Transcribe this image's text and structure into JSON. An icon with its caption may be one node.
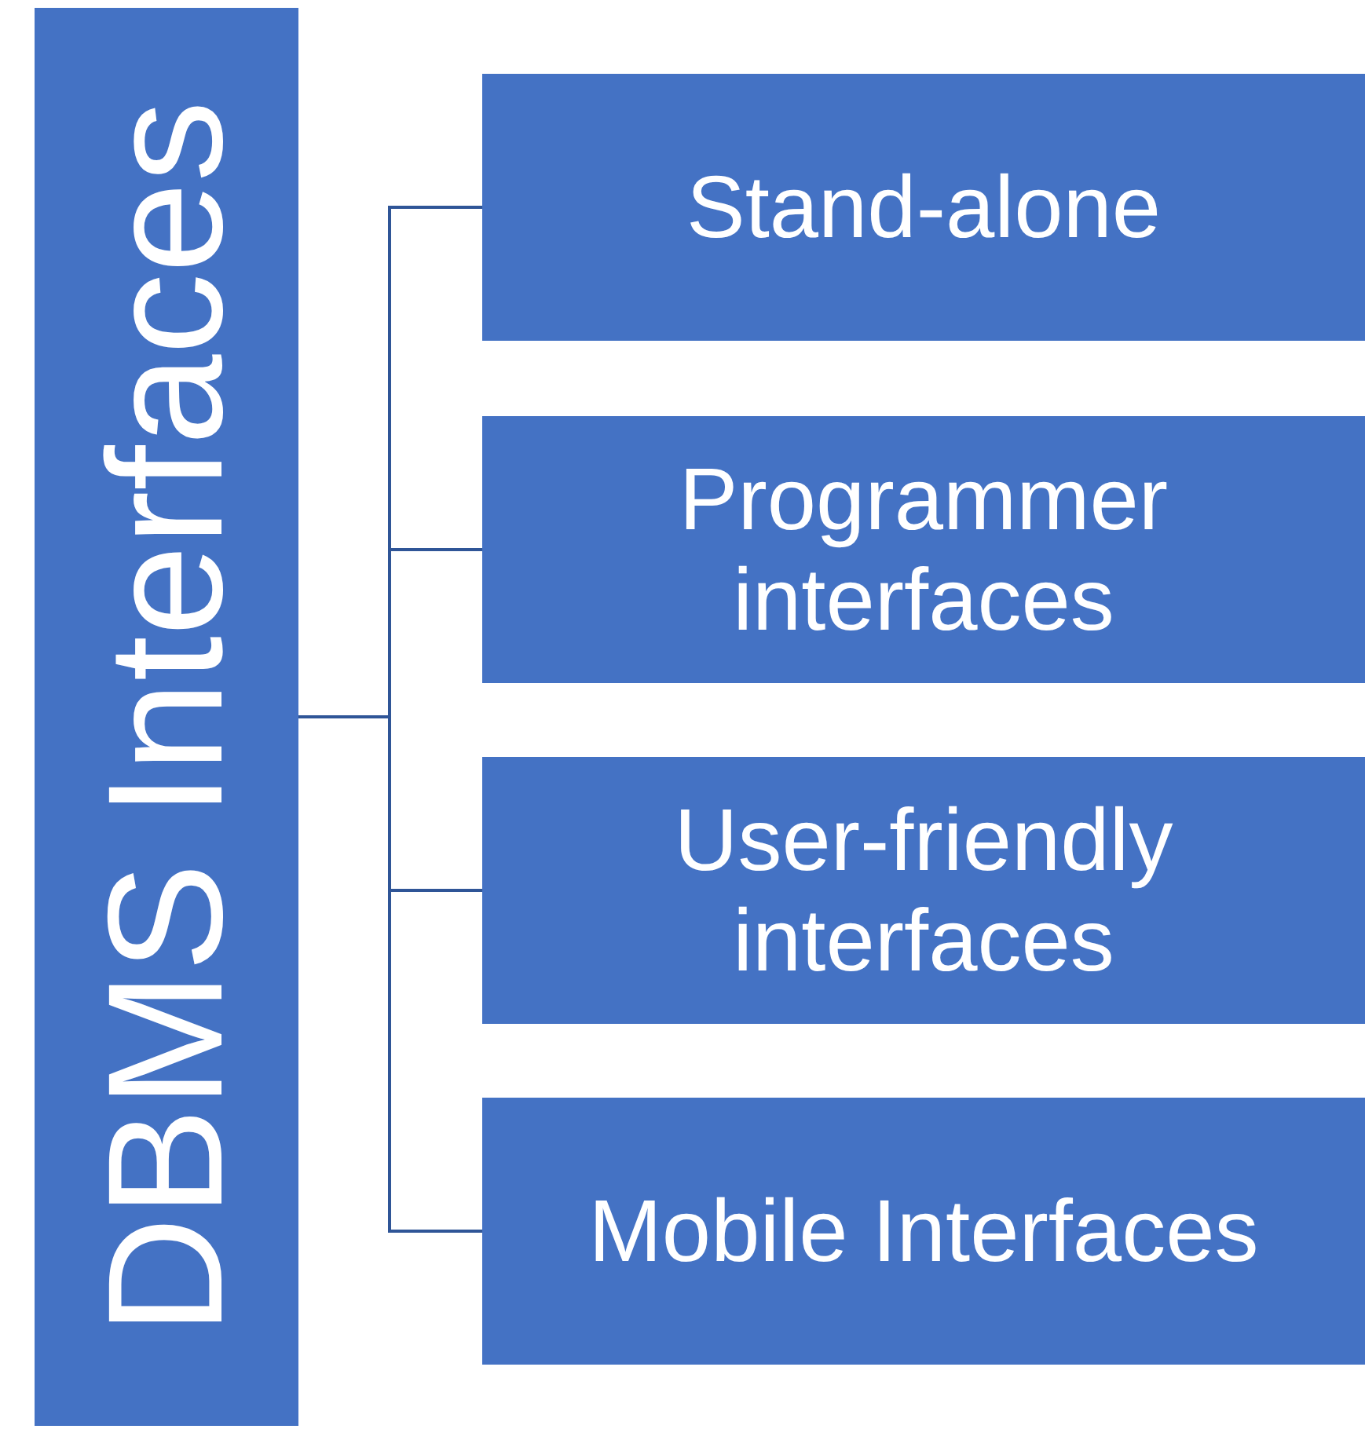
{
  "diagram": {
    "nodes": [
      {
        "text": [
          "DBMS Interfaces"
        ]
      },
      {
        "text": [
          "Stand-alone"
        ]
      },
      {
        "text": [
          "Programmer interfaces"
        ]
      },
      {
        "text": [
          "User-friendly interfaces"
        ]
      },
      {
        "text": [
          "Mobile Interfaces"
        ]
      }
    ],
    "edges": [
      {
        "from": 0,
        "to": 1,
        "arrow": "none"
      },
      {
        "from": 0,
        "to": 2,
        "arrow": "none"
      },
      {
        "from": 0,
        "to": 3,
        "arrow": "none"
      },
      {
        "from": 0,
        "to": 4,
        "arrow": "none"
      }
    ]
  }
}
